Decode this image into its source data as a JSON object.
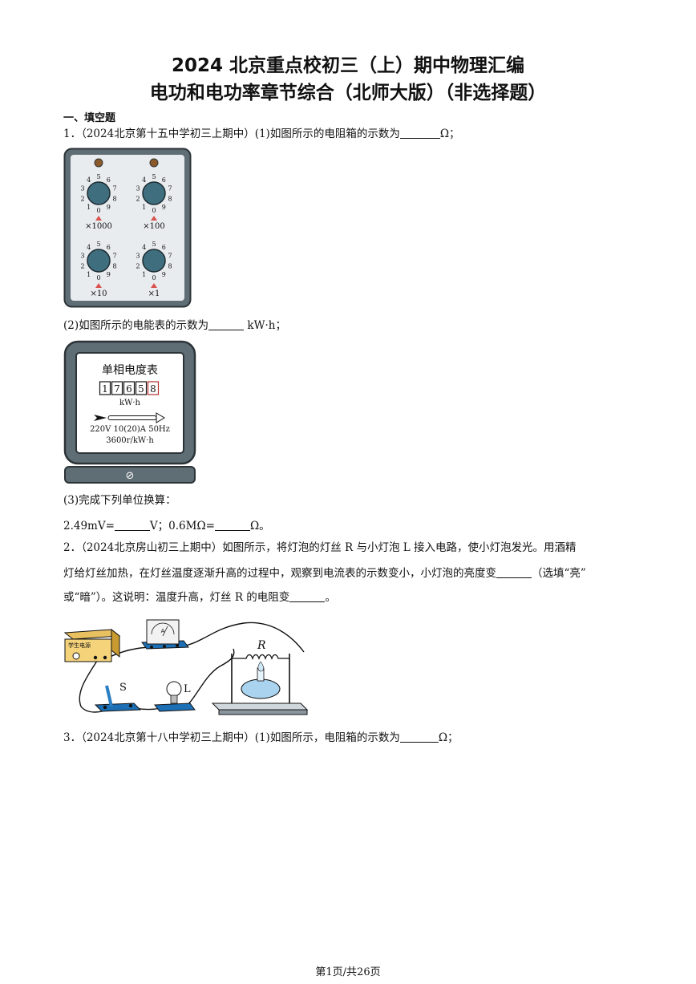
{
  "title_line1": "2024 北京重点校初三（上）期中物理汇编",
  "title_line2": "电功和电功率章节综合（北师大版）（非选择题）",
  "section_heading": "一、填空题",
  "q1": {
    "part1_before": "1．（2024北京第十五中学初三上期中）(1)如图所示的电阻箱的示数为",
    "part1_after": "Ω；",
    "resistor_box": {
      "dial_labels": [
        "×1000",
        "×100",
        "×10",
        "×1"
      ],
      "dial_digits": [
        "0",
        "1",
        "2",
        "3",
        "4",
        "5",
        "6",
        "7",
        "8",
        "9"
      ]
    },
    "part2_before": "(2)如图所示的电能表的示数为",
    "part2_after": " kW·h；",
    "meter": {
      "title": "单相电度表",
      "digits": [
        "1",
        "7",
        "6",
        "5",
        "8"
      ],
      "unit": "kW·h",
      "spec1": "220V 10(20)A 50Hz",
      "spec2": "3600r/kW·h",
      "knob_symbol": "⊘"
    },
    "part3": "(3)完成下列单位换算：",
    "conv_a": "2.49mV=",
    "conv_b": "V；0.6MΩ=",
    "conv_c": "Ω。"
  },
  "q2": {
    "line1": "2．（2024北京房山初三上期中）如图所示，将灯泡的灯丝 R 与小灯泡 L 接入电路，使小灯泡发光。用酒精",
    "line2_before": "灯给灯丝加热，在灯丝温度逐渐升高的过程中，观察到电流表的示数变小，小灯泡的亮度变",
    "line2_after": "（选填“亮”",
    "line3_before": "或“暗”）。这说明：温度升高，灯丝 R 的电阻变",
    "line3_after": "。",
    "circuit": {
      "supply_label": "学生电源",
      "ammeter_label": "A",
      "switch_label": "S",
      "lamp_label": "L",
      "filament_label": "R"
    }
  },
  "q3": {
    "before": "3．（2024北京第十八中学初三上期中）(1)如图所示，电阻箱的示数为",
    "after": "Ω；"
  },
  "footer": "第1页/共26页"
}
